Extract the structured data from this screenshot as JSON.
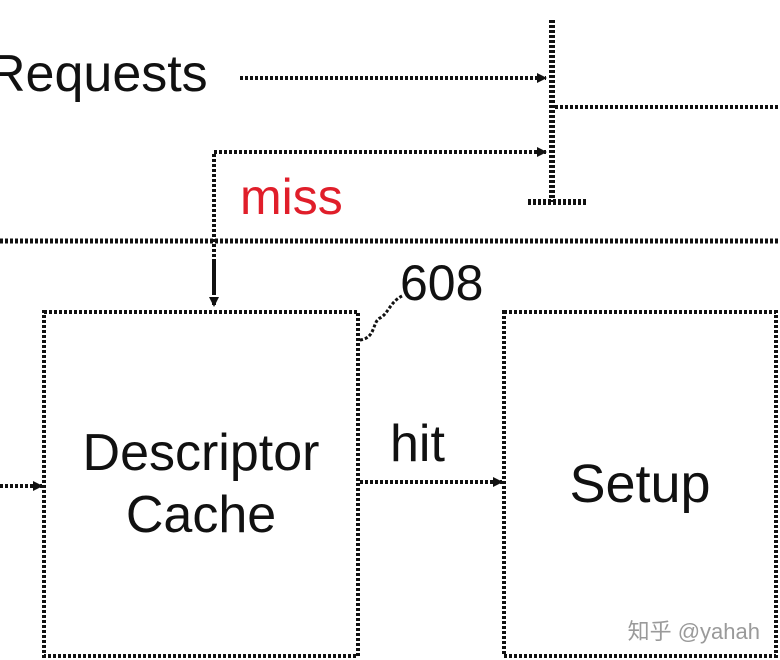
{
  "labels": {
    "requests": "Requests",
    "miss": "miss",
    "reference_number": "608",
    "hit": "hit"
  },
  "boxes": {
    "cache_line1": "Descriptor",
    "cache_line2": "Cache",
    "setup": "Setup"
  },
  "watermark": "知乎 @yahah",
  "colors": {
    "line": "#111111",
    "miss_text": "#e01e2a",
    "watermark": "#9a9a9a"
  }
}
